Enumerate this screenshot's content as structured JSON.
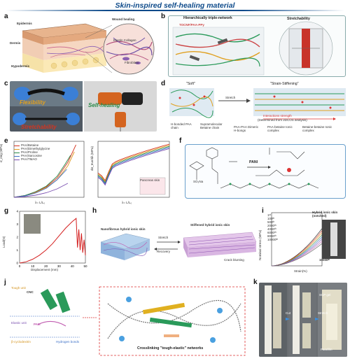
{
  "title": "Skin-inspired self-healing material",
  "panels": {
    "a": {
      "label": "a",
      "wound_healing": "Wound healing",
      "epidermis": "Epidermis",
      "dermis": "Dermis",
      "hypodermis": "Hypodermis",
      "collagen": "Elastin Collagen",
      "fibroblast": "Fibroblast"
    },
    "b": {
      "label": "b",
      "network": "Hierarchically triple-network",
      "formula": "TOCNF/PAA-PPy",
      "stretchability": "Stretchability"
    },
    "c": {
      "label": "c",
      "flexibility": "Flexibility",
      "self_healing": "Self-healing",
      "stretchability": "Stretchability"
    },
    "d": {
      "label": "d",
      "soft": "\"Soft\"",
      "strain_stiffening": "\"Strain-Stiffening\"",
      "stretch": "Stretch",
      "interactions": "Interactions strength",
      "determined": "(Determined from 2DCOS analysis)",
      "hbond": "H-bonded PAA chain",
      "supra": "Supramolecular Betaine chain",
      "paa_paa": "PAA-PAA Dimeric H-bongs",
      "paa_betaine": "PAA-betaine Ionic complex",
      "betaine_betaine": "Betaine-betaine Ionic complex"
    },
    "e": {
      "label": "e",
      "legend": [
        "PAA/Betaine",
        "PAA/Dimethylglycine",
        "PAA/Proline",
        "PAA/Sarcosine",
        "PAA/TMAO"
      ],
      "xlabel": "λ= L/L₀",
      "ylabel_left": "σ_eng (MPa)",
      "ylabel_right": "dσ_true/dλ (MPa)",
      "inset": "Pancreas skin"
    },
    "f": {
      "label": "f",
      "pani": "PANI",
      "so3na": "SO₃Na"
    },
    "g": {
      "label": "g",
      "xlabel": "Displacement (mm)",
      "ylabel": "Load(N)",
      "xticks": [
        "0",
        "10",
        "20",
        "30",
        "40",
        "50"
      ],
      "yticks": [
        "0",
        "1",
        "2",
        "3",
        "4"
      ]
    },
    "h": {
      "label": "h",
      "nanofibrous": "Nanofibrous hybrid ionic skin",
      "stiffened": "Stiffened hybrid ionic skin",
      "stretch": "Stretch",
      "recovery": "Recovery",
      "crack": "Crack blunting"
    },
    "i": {
      "label": "i",
      "legend": [
        "1ˢᵗ",
        "100ᵗʰ",
        "500ᵗʰ",
        "2000ᵗʰ",
        "4000ᵗʰ",
        "6000ᵗʰ",
        "8000ᵗʰ",
        "10000ᵗʰ"
      ],
      "xlabel": "Strain(%)",
      "ylabel": "Nominal stress (MPa)",
      "inset_title": "Hybrid ionic skin (notched)",
      "inset_label": "10000ᵗʰ"
    },
    "j": {
      "label": "j",
      "tough_unit": "Tough unit",
      "cnc": "CNC",
      "elastic_unit": "Elastic unit",
      "pam": "PAM",
      "bcd": "β-cyclodextrin",
      "hbonds": "Hydrogen bonds",
      "crosslinking": "Crosslinking \"tough-elastic\" networks"
    },
    "k": {
      "label": "k",
      "cut": "Cut",
      "scp": "SCP gel",
      "stretch": "Stretch",
      "parafilm": "Parafilm"
    }
  },
  "chart_data": [
    {
      "type": "line",
      "panel": "e-left",
      "xlabel": "λ= L/L₀",
      "ylabel": "σ_eng (MPa)",
      "xlim": [
        1,
        14
      ],
      "series": [
        {
          "name": "PAA/Betaine",
          "x": [
            1,
            3,
            5,
            7,
            9,
            11,
            12.5
          ],
          "y": [
            0,
            0.5,
            1.5,
            3,
            5.5,
            10,
            15
          ]
        },
        {
          "name": "PAA/Dimethylglycine",
          "x": [
            1,
            3,
            5,
            7,
            9,
            11,
            12.2
          ],
          "y": [
            0,
            0.4,
            1.3,
            2.8,
            5,
            9,
            13
          ]
        },
        {
          "name": "PAA/Proline",
          "x": [
            1,
            3,
            5,
            7,
            9,
            10.5,
            11.5
          ],
          "y": [
            0,
            0.5,
            1.6,
            3.2,
            6,
            9.5,
            12
          ]
        },
        {
          "name": "PAA/Sarcosine",
          "x": [
            1,
            3,
            5,
            7,
            9,
            10.8
          ],
          "y": [
            0,
            0.4,
            1.2,
            2.6,
            5,
            8
          ]
        },
        {
          "name": "PAA/TMAO",
          "x": [
            1,
            3,
            5,
            7,
            9,
            11
          ],
          "y": [
            0,
            0.2,
            0.6,
            1.3,
            2.4,
            4
          ]
        }
      ]
    },
    {
      "type": "line",
      "panel": "g",
      "xlabel": "Displacement (mm)",
      "ylabel": "Load(N)",
      "xlim": [
        0,
        50
      ],
      "ylim": [
        0,
        4
      ],
      "series": [
        {
          "name": "",
          "x": [
            0,
            5,
            10,
            15,
            20,
            25,
            30,
            35,
            40,
            43,
            44,
            45,
            46,
            47,
            48,
            49,
            50
          ],
          "y": [
            0,
            0.1,
            0.3,
            0.6,
            1.0,
            1.5,
            2.1,
            2.7,
            3.2,
            3.45,
            1.2,
            2.6,
            1.0,
            2.3,
            0.8,
            1.8,
            0.6
          ]
        }
      ]
    },
    {
      "type": "line",
      "panel": "i",
      "xlabel": "Strain(%)",
      "ylabel": "Nominal stress (MPa)",
      "xlim": [
        0,
        200
      ],
      "series": [
        {
          "name": "1ˢᵗ",
          "x": [
            0,
            50,
            100,
            150,
            200
          ],
          "y": [
            0,
            0.15,
            0.4,
            0.8,
            1.5
          ]
        },
        {
          "name": "10000ᵗʰ",
          "x": [
            0,
            50,
            100,
            150,
            200
          ],
          "y": [
            0,
            0.1,
            0.3,
            0.6,
            1.2
          ]
        }
      ]
    }
  ]
}
